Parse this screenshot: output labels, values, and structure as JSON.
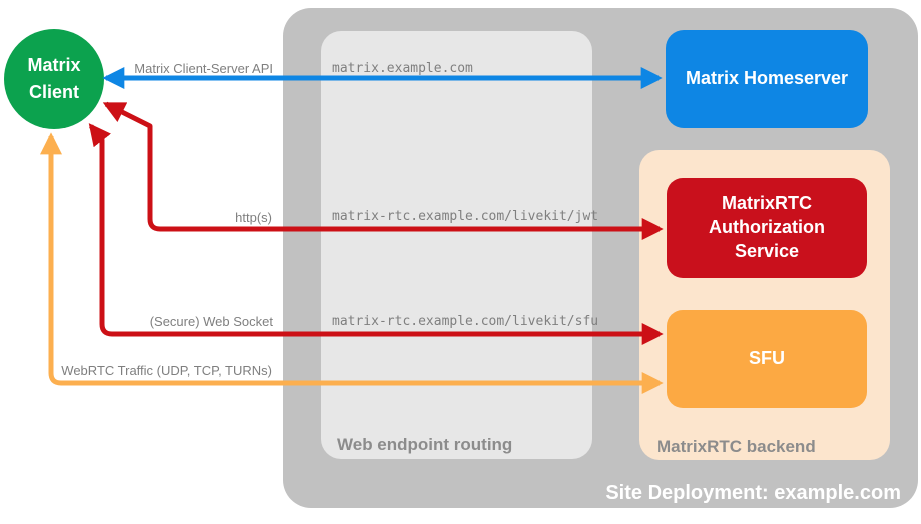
{
  "title": "MatrixRTC site deployment diagram",
  "nodes": {
    "client": {
      "label": "Matrix Client",
      "color": "#0CA24E"
    },
    "homeserver": {
      "label": "Matrix Homeserver",
      "color": "#0E86E4"
    },
    "auth_service": {
      "label": "MatrixRTC Authorization Service",
      "color": "#C9101C"
    },
    "sfu": {
      "label": "SFU",
      "color": "#FCA943"
    }
  },
  "containers": {
    "site": {
      "label": "Site Deployment: example.com",
      "color": "#C1C1C1"
    },
    "routing": {
      "label": "Web endpoint routing",
      "color": "#E7E7E7"
    },
    "backend": {
      "label": "MatrixRTC backend",
      "color": "#FCE5CD"
    }
  },
  "arrows": {
    "client_server_api": {
      "label": "Matrix Client-Server API",
      "endpoint": "matrix.example.com",
      "color": "#0E86E4"
    },
    "https": {
      "label": "http(s)",
      "endpoint": "matrix-rtc.example.com/livekit/jwt",
      "color": "#CC1016"
    },
    "web_socket": {
      "label": "(Secure) Web Socket",
      "endpoint": "matrix-rtc.example.com/livekit/sfu",
      "color": "#CC1016"
    },
    "webrtc": {
      "label": "WebRTC Traffic (UDP, TCP, TURNs)",
      "color": "#FCAF4F"
    }
  }
}
